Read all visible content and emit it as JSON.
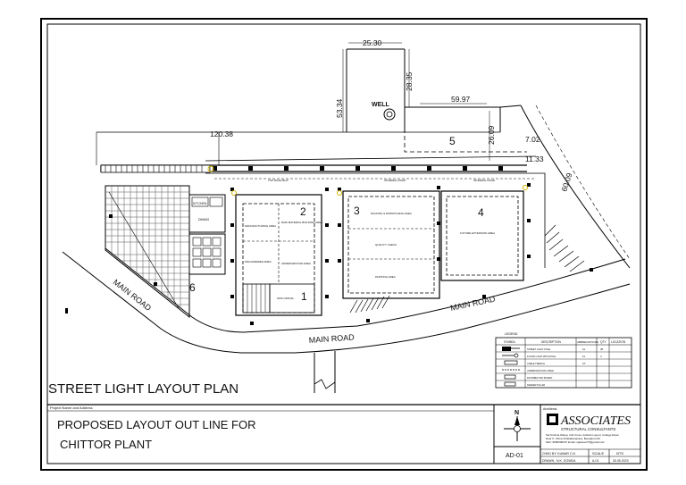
{
  "drawing": {
    "title": "STREET LIGHT LAYOUT PLAN",
    "roads": [
      "MAIN ROAD",
      "MAIN ROAD",
      "MAIN ROAD"
    ],
    "well_label": "WELL",
    "dimensions": [
      "25.30",
      "28.35",
      "53.34",
      "59.97",
      "120.38",
      "26.09",
      "7.02",
      "11.33",
      "60.09"
    ],
    "zones": [
      "1",
      "2",
      "3",
      "4",
      "5",
      "6"
    ],
    "area_labels": {
      "kitchen": "KITCHEN",
      "dining": "DINING",
      "rm_warehouse": "RAW MATERIAL BUILDING AREA",
      "manufacturing": "MANUFACTURING AREA",
      "machine_area": "MACHINERIES AREA",
      "underground": "UNDERGROUND AREA",
      "site_office": "SITE OFFICE",
      "packing": "PACKING & DISPATCHING AREA",
      "quality": "QUALITY CHECK",
      "painting": "PAINTING AREA",
      "future": "FUTURE EXTENSION AREA"
    },
    "small_labels": [
      "TOP ROAD BOX",
      "INTERNAL ROAD",
      "INTERNAL ROAD"
    ]
  },
  "legend": {
    "title": "LEGEND",
    "headers": [
      "SYMBOL",
      "DESCRIPTION",
      "ABBREVIATIONS",
      "QTY",
      "LOCATION"
    ],
    "rows": [
      {
        "desc": "STREET LIGHT POLE",
        "abbr": "SL",
        "qty": "38"
      },
      {
        "desc": "FLOOD LIGHT WITH POLE",
        "abbr": "FL",
        "qty": "4"
      },
      {
        "desc": "CABLE TRENCH",
        "abbr": "CT",
        "qty": ""
      },
      {
        "desc": "UNDERGROUND CABLE",
        "abbr": "",
        "qty": ""
      },
      {
        "desc": "DISTRIBUTION BOARD",
        "abbr": "",
        "qty": ""
      },
      {
        "desc": "FEEDER PILLAR",
        "abbr": "",
        "qty": ""
      }
    ]
  },
  "title_block": {
    "project_label": "Project Name and Address",
    "project_line1": "PROPOSED LAYOUT OUT LINE FOR",
    "project_line2": "CHITTOR PLANT",
    "north": "N",
    "drawing_no": "AD-01",
    "architect_label": "Architects",
    "firm_name": "ASSOCIATES",
    "firm_sub": "STRUCTURAL CONSULTANTS",
    "firm_addr1": "Sai Krishna Nilaya, 2nd Cross, Ashwini Layout, College Road",
    "firm_addr2": "Near K. Shiva Chikkabanavara, Bengaluru-90",
    "firm_addr3": "Mob: 9980090037 Email: cgiassoc73@gmail.com",
    "chkd": "CHKD BY: KUMAR C.N",
    "drawn": "DRAWN : N.K. GOWDA",
    "scale_label": "SCALE",
    "scale_value": "NTS",
    "sheet_label": "A-01",
    "date": "30.05.2023"
  }
}
